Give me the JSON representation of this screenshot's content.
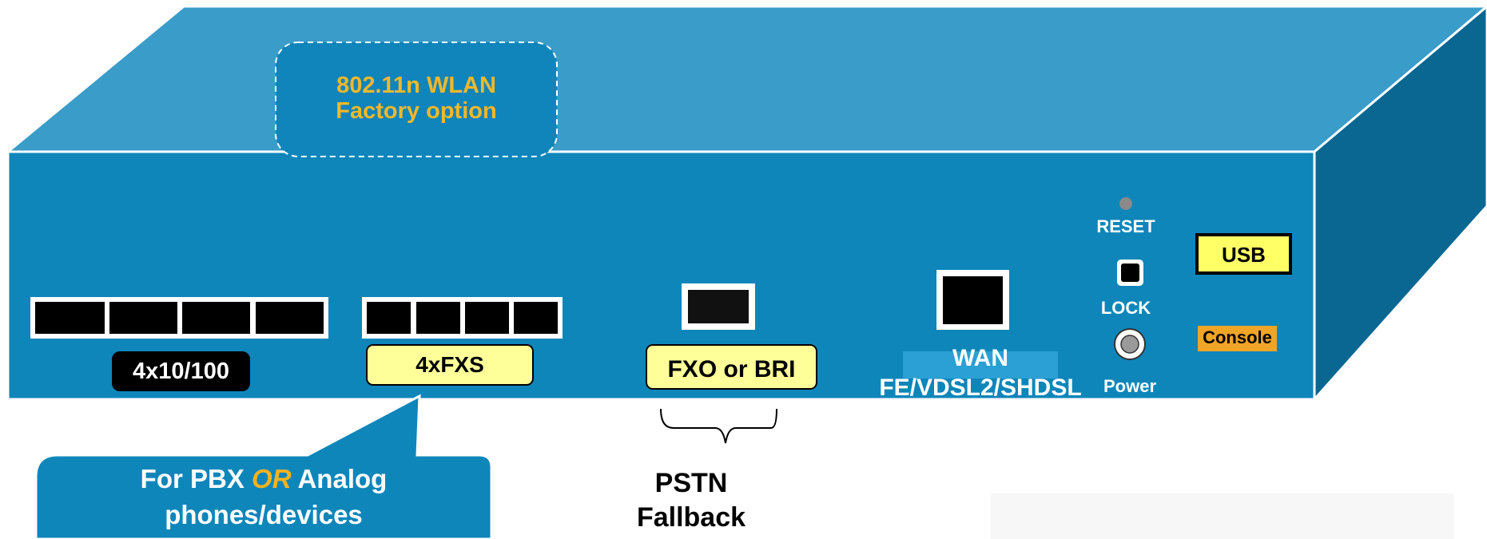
{
  "wlan": {
    "line1": "802.11n WLAN",
    "line2": "Factory option"
  },
  "ports": {
    "ethernet": "4x10/100",
    "fxs": "4xFXS",
    "fxo": "FXO or BRI",
    "wan_line1": "WAN",
    "wan_line2": "FE/VDSL2/SHDSL",
    "reset": "RESET",
    "lock": "LOCK",
    "power": "Power",
    "usb": "USB",
    "console": "Console"
  },
  "callout": {
    "pre": "For PBX ",
    "emph": "OR",
    "post": " Analog",
    "line2": "phones/devices"
  },
  "pstn": {
    "line1": "PSTN",
    "line2": "Fallback"
  },
  "colors": {
    "top": "#3a9cc9",
    "front": "#0e86ba",
    "side": "#096791",
    "accent": "#f0b82c",
    "label_yellow": "#ffff99"
  }
}
